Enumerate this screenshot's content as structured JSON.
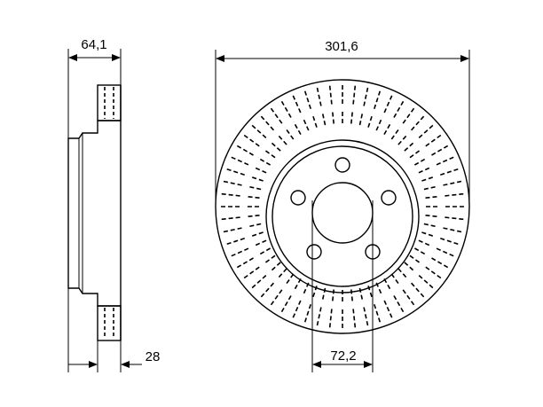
{
  "dimensions": {
    "overall_height": "64,1",
    "disc_diameter": "301,6",
    "disc_thickness": "28",
    "center_bore": "72,2"
  },
  "bolt_holes": 5,
  "vent_slots": 60
}
